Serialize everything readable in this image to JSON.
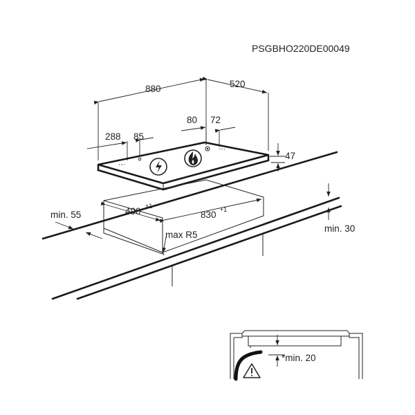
{
  "diagram": {
    "code": "PSGBHO220DE00049",
    "labels": {
      "width": "880",
      "depth": "520",
      "left_offset": "288",
      "connector_offset": "85",
      "gas_offset_a": "80",
      "gas_offset_b": "72",
      "height": "47",
      "min_front": "min. 55",
      "cutout_depth": "490",
      "cutout_depth_tol": "+1",
      "cutout_width": "830",
      "cutout_width_tol": "+1",
      "radius": "max R5",
      "min_top": "min. 30",
      "min_below": "*min. 20"
    },
    "icons": [
      "electric-connection-icon",
      "gas-flame-icon",
      "warning-triangle-icon"
    ]
  }
}
